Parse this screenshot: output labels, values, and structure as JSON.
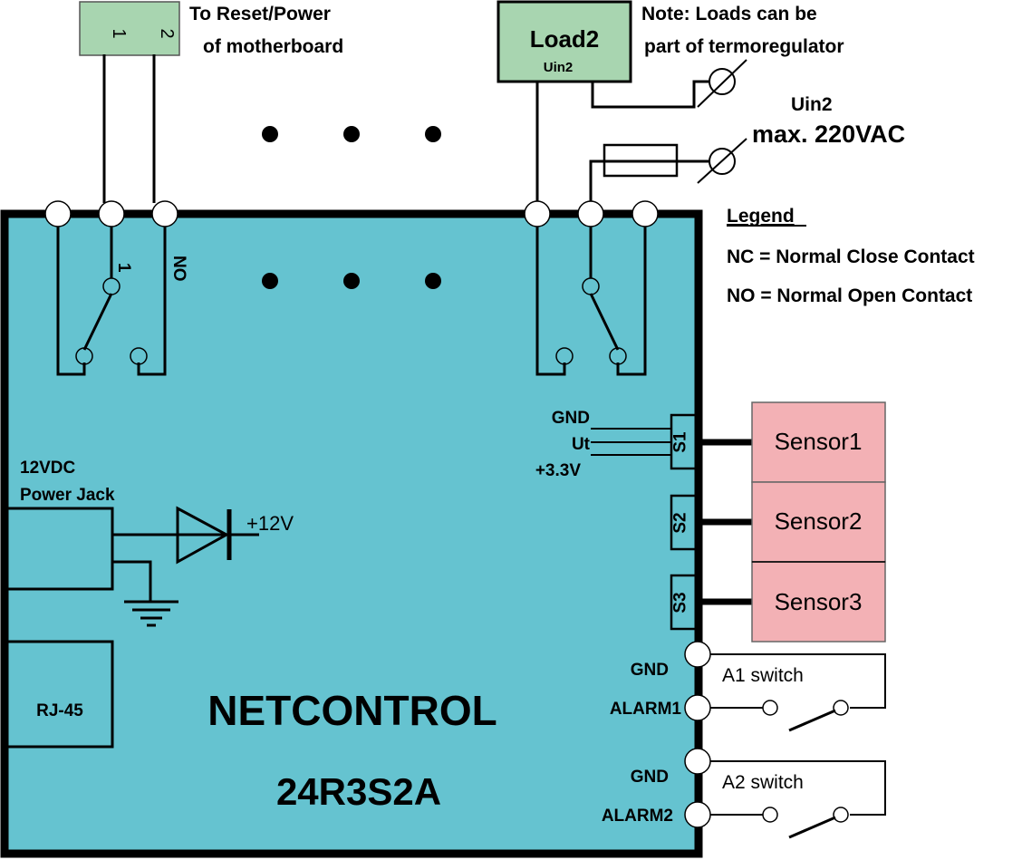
{
  "colors": {
    "board": "#65c3d0",
    "connector_green": "#a8d5b0",
    "sensor_pink": "#f3b1b5",
    "wire": "#000000"
  },
  "motherboard_connector": {
    "pins": [
      "1",
      "2"
    ],
    "label_line1": "To Reset/Power",
    "label_line2": "of motherboard"
  },
  "load": {
    "title": "Load2",
    "subtitle": "Uin2",
    "note_line1": "Note: Loads can be",
    "note_line2": "part of termoregulator"
  },
  "supply": {
    "label": "Uin2",
    "rating": "max. 220VAC"
  },
  "legend": {
    "title": "Legend",
    "items": [
      "NC = Normal Close Contact",
      "NO = Normal Open Contact"
    ]
  },
  "relay1": {
    "pin_label": "1",
    "contact_label": "NO"
  },
  "sensor_header": {
    "pins": [
      "GND",
      "Ut",
      "+3.3V"
    ]
  },
  "sensor_ports": [
    "S1",
    "S2",
    "S3"
  ],
  "sensors": [
    "Sensor1",
    "Sensor2",
    "Sensor3"
  ],
  "power": {
    "label_line1": "12VDC",
    "label_line2": "Power Jack",
    "output": "+12V"
  },
  "network": {
    "port": "RJ-45"
  },
  "device": {
    "name": "NETCONTROL",
    "model": "24R3S2A"
  },
  "alarms": [
    {
      "gnd_label": "GND",
      "input_label": "ALARM1",
      "switch_label": "A1 switch"
    },
    {
      "gnd_label": "GND",
      "input_label": "ALARM2",
      "switch_label": "A2 switch"
    }
  ]
}
